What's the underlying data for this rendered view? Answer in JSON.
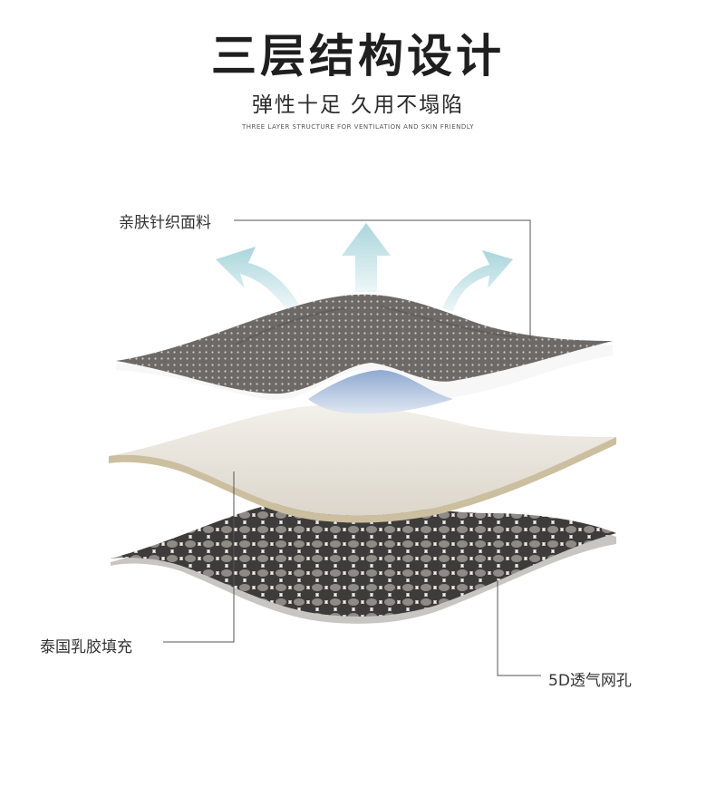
{
  "header": {
    "title": "三层结构设计",
    "subtitle": "弹性十足 久用不塌陷",
    "tagline": "THREE LAYER STRUCTURE FOR VENTILATION AND SKIN FRIENDLY"
  },
  "layers": [
    {
      "label": "亲肤针织面料",
      "icon": "knit-fabric-layer"
    },
    {
      "label": "泰国乳胶填充",
      "icon": "latex-layer"
    },
    {
      "label": "5D透气网孔",
      "icon": "mesh-layer"
    }
  ],
  "colors": {
    "arrow": "#a9d6dc",
    "fabric": "#6b6764",
    "latex": "#efebe4",
    "mesh_dark": "#3e3c3a",
    "mesh_light": "#f2f2f0"
  }
}
